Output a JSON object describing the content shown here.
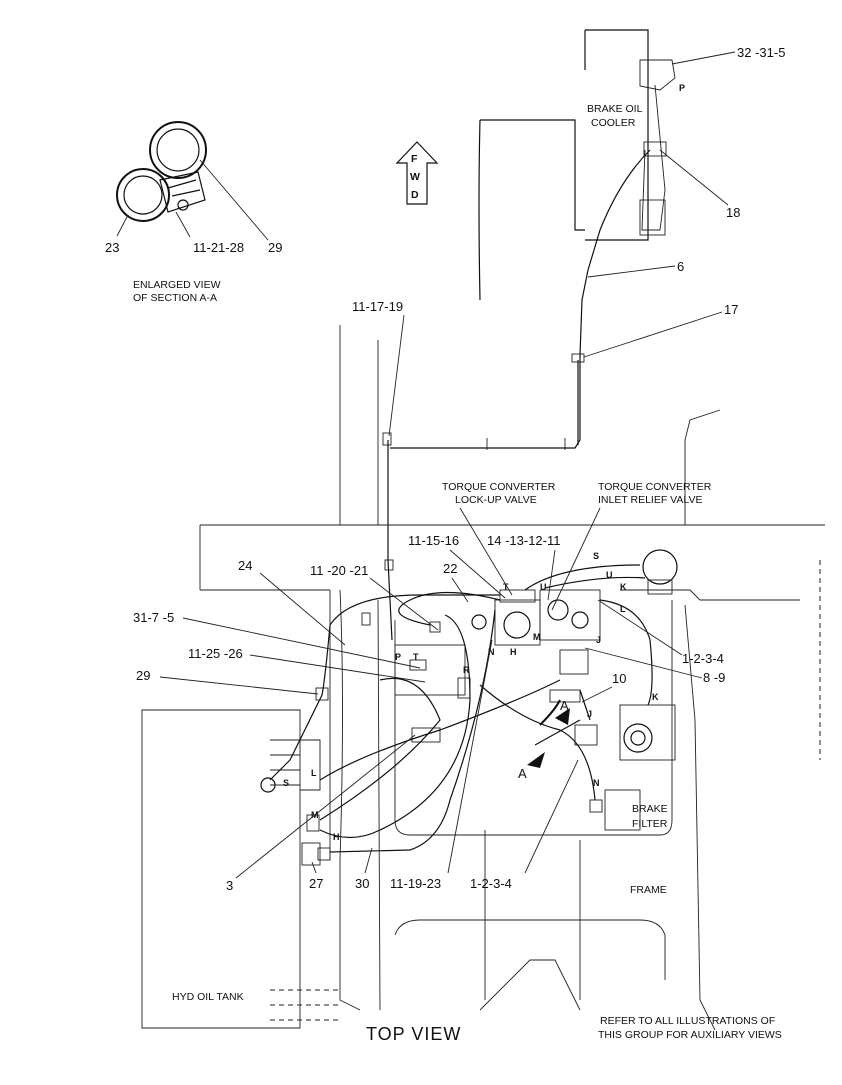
{
  "arrow": {
    "text": "FWD"
  },
  "view_title": "TOP VIEW",
  "section_view": {
    "caption_line1": "ENLARGED VIEW",
    "caption_line2": "OF SECTION A-A"
  },
  "components": {
    "brake_oil_cooler_1": "BRAKE OIL",
    "brake_oil_cooler_2": "COOLER",
    "tc_lockup_1": "TORQUE CONVERTER",
    "tc_lockup_2": "LOCK-UP VALVE",
    "tc_relief_1": "TORQUE CONVERTER",
    "tc_relief_2": "INLET RELIEF VALVE",
    "brake_filter_1": "BRAKE",
    "brake_filter_2": "FILTER",
    "frame": "FRAME",
    "hyd_tank": "HYD OIL TANK"
  },
  "callouts": {
    "c32_31_5": "32 -31-5",
    "c18": "18",
    "c6": "6",
    "c17": "17",
    "c23": "23",
    "c11_21_28": "11-21-28",
    "c29a": "29",
    "c11_17_19": "11-17-19",
    "c11_15_16": "11-15-16",
    "c14_13_12_11": "14 -13-12-11",
    "c24": "24",
    "c11_20_21": "11 -20 -21",
    "c22": "22",
    "c31_7_5": "31-7 -5",
    "c11_25_26": "11-25 -26",
    "c29b": "29",
    "c1_2_3_4a": "1-2-3-4",
    "c8_9": "8 -9",
    "c10": "10",
    "c3": "3",
    "c27": "27",
    "c30": "30",
    "c11_19_23": "11-19-23",
    "c1_2_3_4b": "1-2-3-4"
  },
  "section_marks": {
    "a1": "A",
    "a2": "A"
  },
  "port_letters": {
    "p": "P",
    "s1": "S",
    "t1": "T",
    "u1": "U",
    "k1": "K",
    "l1": "L",
    "m1": "M",
    "h1": "H",
    "j1": "J",
    "n1": "N",
    "r1": "R",
    "p2": "P",
    "t2": "T",
    "k2": "K",
    "j2": "J",
    "n2": "N",
    "s2": "S",
    "l2": "L",
    "m2": "M",
    "h2": "H"
  },
  "note": {
    "line1": "REFER TO ALL ILLUSTRATIONS OF",
    "line2": "THIS GROUP FOR AUXILIARY VIEWS"
  }
}
